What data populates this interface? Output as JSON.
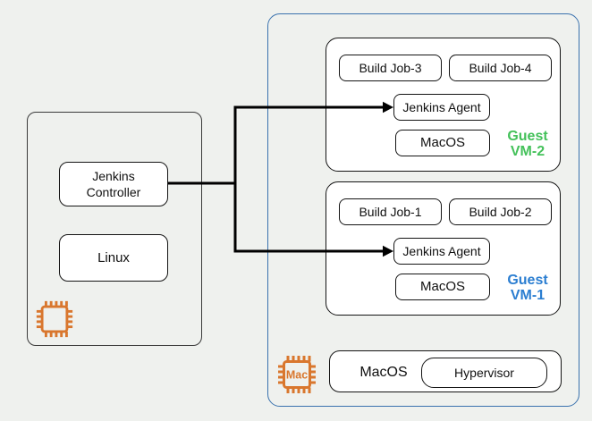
{
  "colors": {
    "background": "#eff1ee",
    "accent_orange": "#d9772e",
    "blue_border": "#3a72ae",
    "green_label": "#44c15a",
    "blue_label": "#2b7ed1",
    "line_black": "#000000"
  },
  "left_host": {
    "controller_label": "Jenkins\nController",
    "os_label": "Linux",
    "chip_icon": "cpu-chip-icon"
  },
  "mac_host": {
    "chip_icon": "mac-chip-icon",
    "chip_label": "Mac",
    "host_os_label": "MacOS",
    "hypervisor_label": "Hypervisor",
    "vm2": {
      "job_a": "Build Job-3",
      "job_b": "Build Job-4",
      "agent": "Jenkins Agent",
      "os": "MacOS",
      "label": "Guest\nVM-2",
      "label_color": "#44c15a"
    },
    "vm1": {
      "job_a": "Build Job-1",
      "job_b": "Build Job-2",
      "agent": "Jenkins Agent",
      "os": "MacOS",
      "label": "Guest\nVM-1",
      "label_color": "#2b7ed1"
    }
  }
}
